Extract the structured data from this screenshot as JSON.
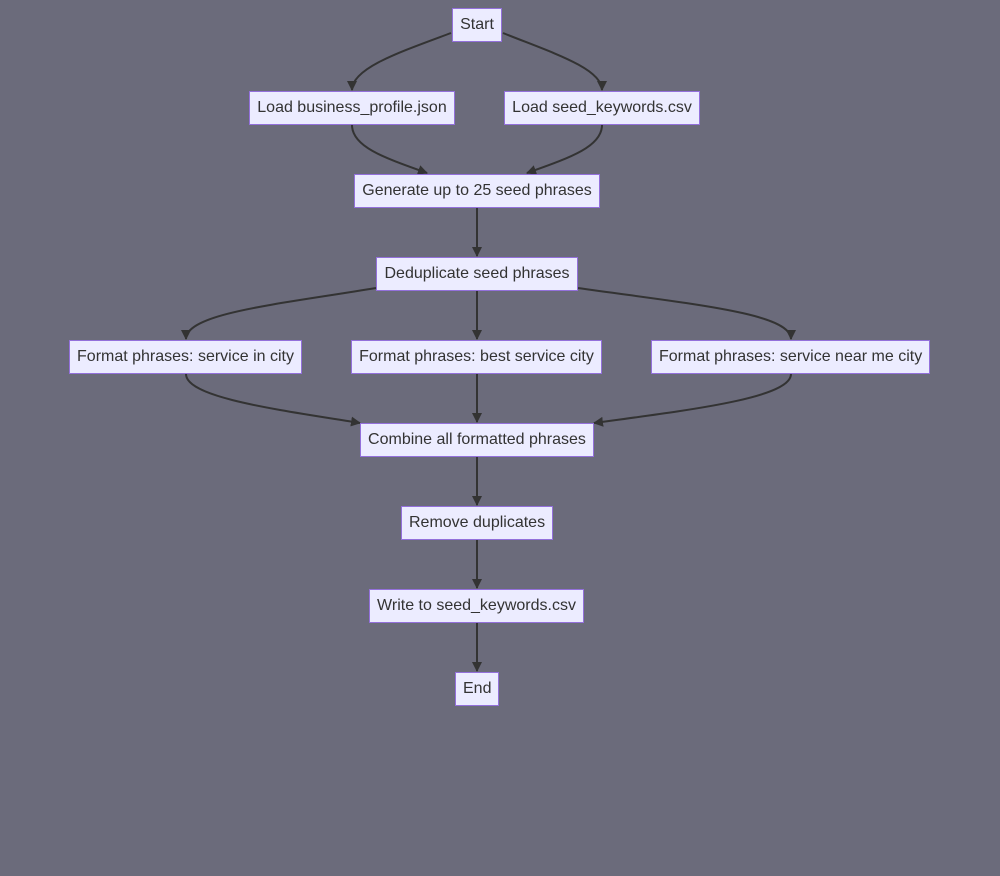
{
  "diagram": {
    "nodes": {
      "start": "Start",
      "load_business_profile": "Load business_profile.json",
      "load_seed_keywords": "Load seed_keywords.csv",
      "generate": "Generate up to 25 seed phrases",
      "deduplicate": "Deduplicate seed phrases",
      "format_in_city": "Format phrases: service in city",
      "format_best": "Format phrases: best service city",
      "format_near_me": "Format phrases: service near me city",
      "combine": "Combine all formatted phrases",
      "remove_duplicates": "Remove duplicates",
      "write": "Write to seed_keywords.csv",
      "end": "End"
    },
    "edges": [
      {
        "from": "start",
        "to": "load_business_profile"
      },
      {
        "from": "start",
        "to": "load_seed_keywords"
      },
      {
        "from": "load_business_profile",
        "to": "generate"
      },
      {
        "from": "load_seed_keywords",
        "to": "generate"
      },
      {
        "from": "generate",
        "to": "deduplicate"
      },
      {
        "from": "deduplicate",
        "to": "format_in_city"
      },
      {
        "from": "deduplicate",
        "to": "format_best"
      },
      {
        "from": "deduplicate",
        "to": "format_near_me"
      },
      {
        "from": "format_in_city",
        "to": "combine"
      },
      {
        "from": "format_best",
        "to": "combine"
      },
      {
        "from": "format_near_me",
        "to": "combine"
      },
      {
        "from": "combine",
        "to": "remove_duplicates"
      },
      {
        "from": "remove_duplicates",
        "to": "write"
      },
      {
        "from": "write",
        "to": "end"
      }
    ],
    "colors": {
      "background": "#6b6b7b",
      "node_fill": "#ececff",
      "node_border": "#9370db",
      "node_text": "#333333",
      "edge": "#333333"
    }
  }
}
